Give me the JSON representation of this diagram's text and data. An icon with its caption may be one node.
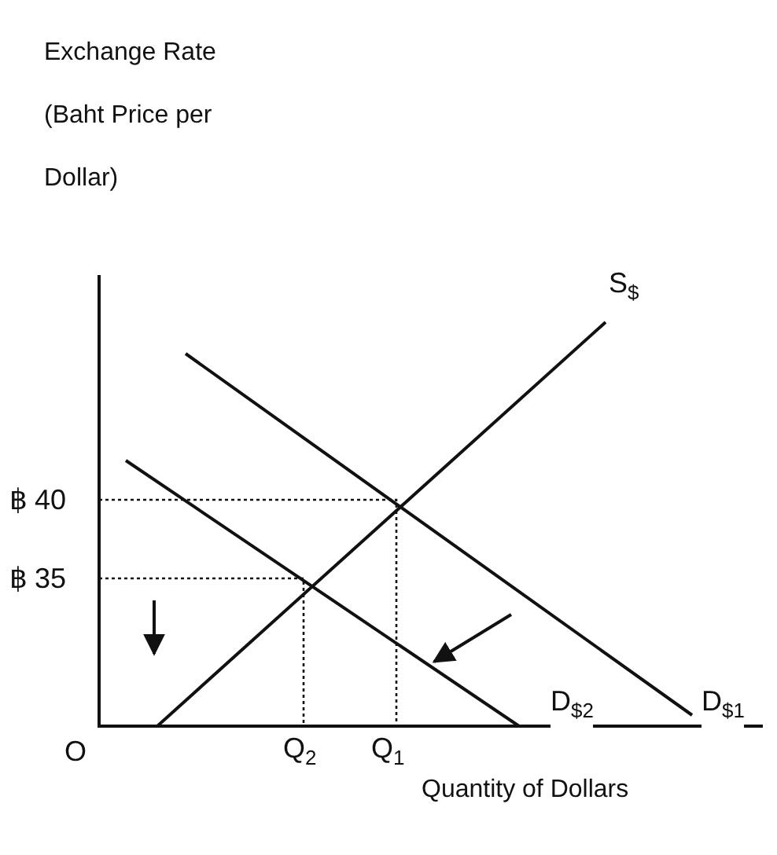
{
  "diagram": {
    "labels": [
      "Exchange Rate (Baht Price per Dollar)",
      "S$_{$}$",
      "฿ 40",
      "฿ 35",
      "D$_{$2}$",
      "D$_{$1}$",
      "O",
      "Q$_{2}$",
      "Q$_{1}$",
      "Quantity of Dollars"
    ]
  }
}
